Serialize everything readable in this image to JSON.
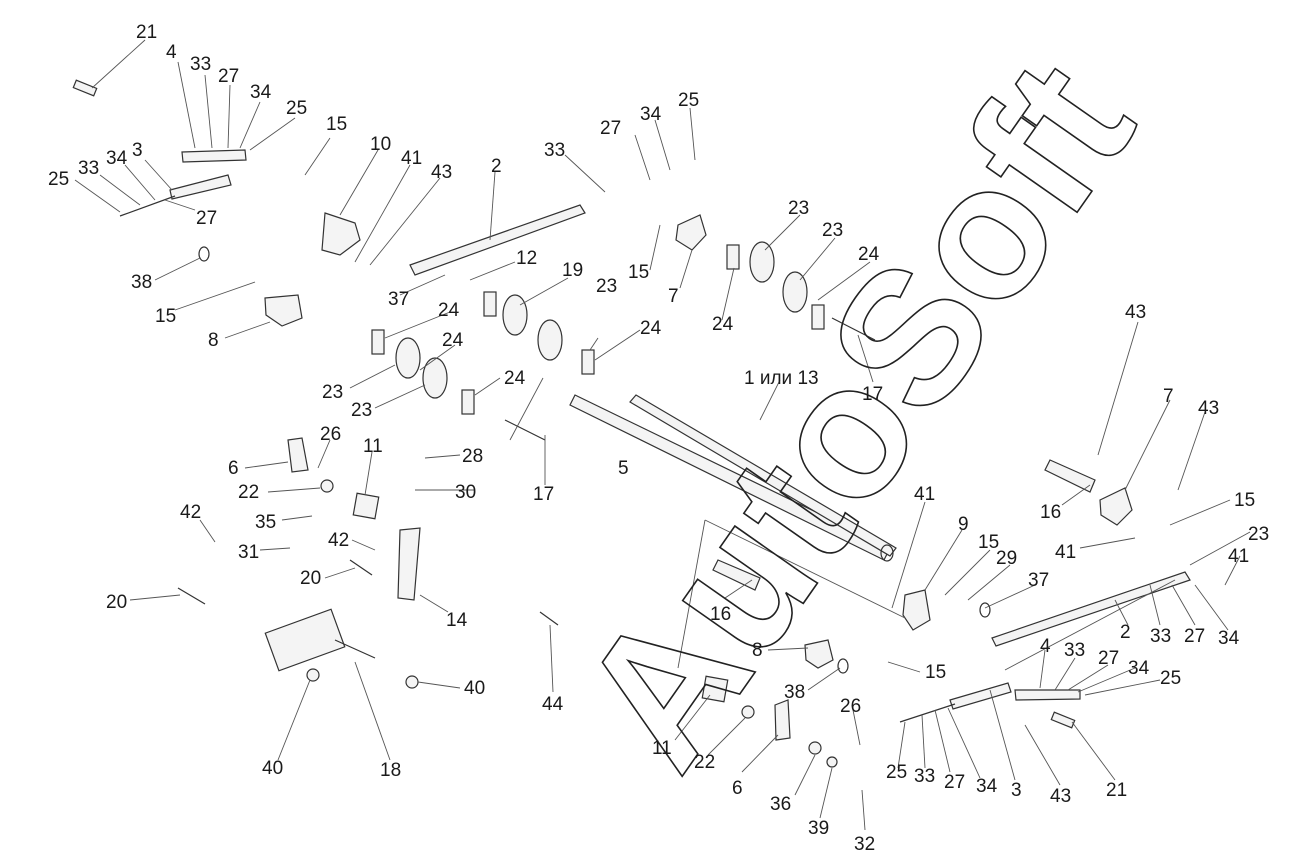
{
  "watermark": "AutoSoft",
  "callouts": [
    {
      "id": "c-21a",
      "text": "21"
    },
    {
      "id": "c-4a",
      "text": "4"
    },
    {
      "id": "c-33a",
      "text": "33"
    },
    {
      "id": "c-27a",
      "text": "27"
    },
    {
      "id": "c-34a",
      "text": "34"
    },
    {
      "id": "c-25a",
      "text": "25"
    },
    {
      "id": "c-25b",
      "text": "25"
    },
    {
      "id": "c-33b",
      "text": "33"
    },
    {
      "id": "c-34b",
      "text": "34"
    },
    {
      "id": "c-3a",
      "text": "3"
    },
    {
      "id": "c-27b",
      "text": "27"
    },
    {
      "id": "c-38a",
      "text": "38"
    },
    {
      "id": "c-15a",
      "text": "15"
    },
    {
      "id": "c-8a",
      "text": "8"
    },
    {
      "id": "c-15b",
      "text": "15"
    },
    {
      "id": "c-10",
      "text": "10"
    },
    {
      "id": "c-41a",
      "text": "41"
    },
    {
      "id": "c-43a",
      "text": "43"
    },
    {
      "id": "c-37a",
      "text": "37"
    },
    {
      "id": "c-2a",
      "text": "2"
    },
    {
      "id": "c-12",
      "text": "12"
    },
    {
      "id": "c-19",
      "text": "19"
    },
    {
      "id": "c-33c",
      "text": "33"
    },
    {
      "id": "c-27c",
      "text": "27"
    },
    {
      "id": "c-34c",
      "text": "34"
    },
    {
      "id": "c-25c",
      "text": "25"
    },
    {
      "id": "c-15c",
      "text": "15"
    },
    {
      "id": "c-7a",
      "text": "7"
    },
    {
      "id": "c-23a",
      "text": "23"
    },
    {
      "id": "c-23b",
      "text": "23"
    },
    {
      "id": "c-24a",
      "text": "24"
    },
    {
      "id": "c-24b",
      "text": "24"
    },
    {
      "id": "c-24c",
      "text": "24"
    },
    {
      "id": "c-24d",
      "text": "24"
    },
    {
      "id": "c-23c",
      "text": "23"
    },
    {
      "id": "c-24e",
      "text": "24"
    },
    {
      "id": "c-24f",
      "text": "24"
    },
    {
      "id": "c-23d",
      "text": "23"
    },
    {
      "id": "c-23e",
      "text": "23"
    },
    {
      "id": "c-1or13",
      "text": "1 или 13"
    },
    {
      "id": "c-17a",
      "text": "17"
    },
    {
      "id": "c-43b",
      "text": "43"
    },
    {
      "id": "c-7b",
      "text": "7"
    },
    {
      "id": "c-43c",
      "text": "43"
    },
    {
      "id": "c-16a",
      "text": "16"
    },
    {
      "id": "c-15d",
      "text": "15"
    },
    {
      "id": "c-41b",
      "text": "41"
    },
    {
      "id": "c-23f",
      "text": "23"
    },
    {
      "id": "c-41c",
      "text": "41"
    },
    {
      "id": "c-2b",
      "text": "2"
    },
    {
      "id": "c-33d",
      "text": "33"
    },
    {
      "id": "c-27d",
      "text": "27"
    },
    {
      "id": "c-34d",
      "text": "34"
    },
    {
      "id": "c-26a",
      "text": "26"
    },
    {
      "id": "c-6a",
      "text": "6"
    },
    {
      "id": "c-11a",
      "text": "11"
    },
    {
      "id": "c-28",
      "text": "28"
    },
    {
      "id": "c-30",
      "text": "30"
    },
    {
      "id": "c-17b",
      "text": "17"
    },
    {
      "id": "c-5",
      "text": "5"
    },
    {
      "id": "c-22a",
      "text": "22"
    },
    {
      "id": "c-35",
      "text": "35"
    },
    {
      "id": "c-42a",
      "text": "42"
    },
    {
      "id": "c-31",
      "text": "31"
    },
    {
      "id": "c-42b",
      "text": "42"
    },
    {
      "id": "c-20a",
      "text": "20"
    },
    {
      "id": "c-20b",
      "text": "20"
    },
    {
      "id": "c-14",
      "text": "14"
    },
    {
      "id": "c-40a",
      "text": "40"
    },
    {
      "id": "c-40b",
      "text": "40"
    },
    {
      "id": "c-18",
      "text": "18"
    },
    {
      "id": "c-44",
      "text": "44"
    },
    {
      "id": "c-41d",
      "text": "41"
    },
    {
      "id": "c-9",
      "text": "9"
    },
    {
      "id": "c-15e",
      "text": "15"
    },
    {
      "id": "c-29",
      "text": "29"
    },
    {
      "id": "c-37b",
      "text": "37"
    },
    {
      "id": "c-16b",
      "text": "16"
    },
    {
      "id": "c-8b",
      "text": "8"
    },
    {
      "id": "c-15f",
      "text": "15"
    },
    {
      "id": "c-38b",
      "text": "38"
    },
    {
      "id": "c-4b",
      "text": "4"
    },
    {
      "id": "c-33e",
      "text": "33"
    },
    {
      "id": "c-27e",
      "text": "27"
    },
    {
      "id": "c-34e",
      "text": "34"
    },
    {
      "id": "c-25d",
      "text": "25"
    },
    {
      "id": "c-11b",
      "text": "11"
    },
    {
      "id": "c-22b",
      "text": "22"
    },
    {
      "id": "c-6b",
      "text": "6"
    },
    {
      "id": "c-26b",
      "text": "26"
    },
    {
      "id": "c-36",
      "text": "36"
    },
    {
      "id": "c-39",
      "text": "39"
    },
    {
      "id": "c-32",
      "text": "32"
    },
    {
      "id": "c-25e",
      "text": "25"
    },
    {
      "id": "c-33f",
      "text": "33"
    },
    {
      "id": "c-27f",
      "text": "27"
    },
    {
      "id": "c-34f",
      "text": "34"
    },
    {
      "id": "c-3b",
      "text": "3"
    },
    {
      "id": "c-43d",
      "text": "43"
    },
    {
      "id": "c-21b",
      "text": "21"
    }
  ]
}
